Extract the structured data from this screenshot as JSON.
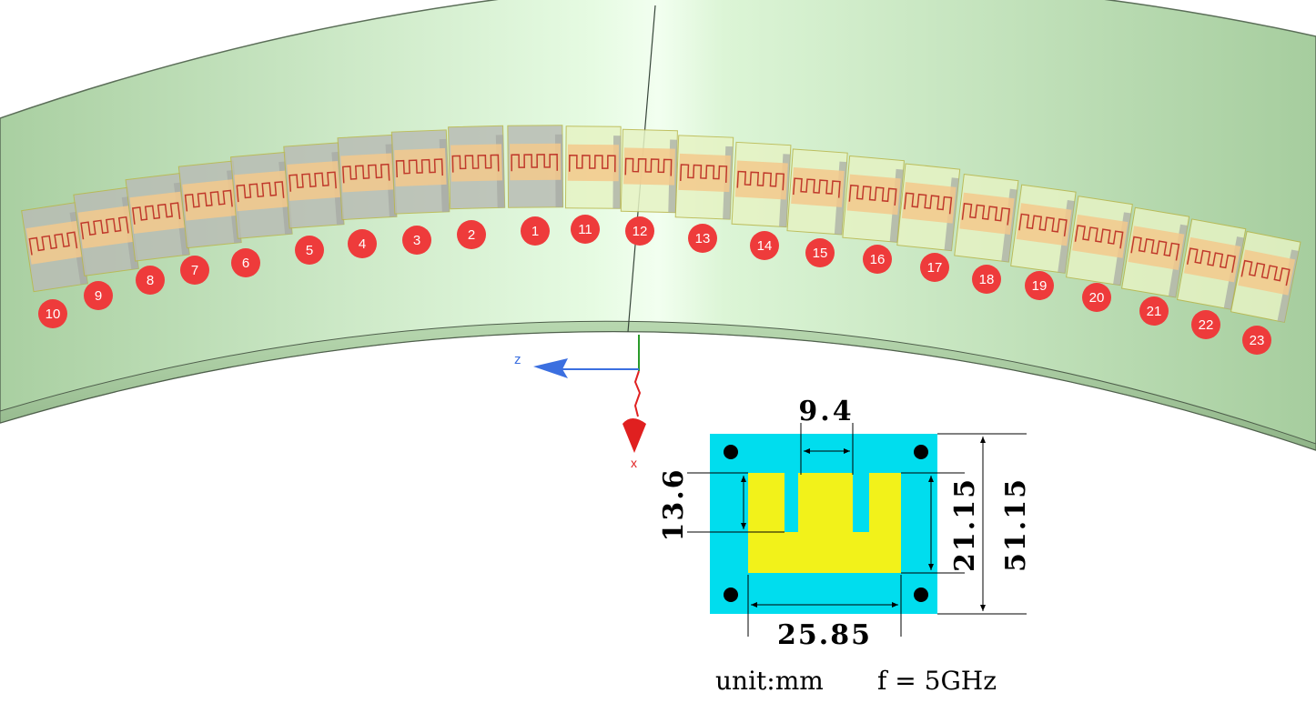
{
  "axes_triad": {
    "z_label": "z",
    "x_label": "x"
  },
  "array": {
    "elements": [
      {
        "label": "10"
      },
      {
        "label": "9"
      },
      {
        "label": "8"
      },
      {
        "label": "7"
      },
      {
        "label": "6"
      },
      {
        "label": "5"
      },
      {
        "label": "4"
      },
      {
        "label": "3"
      },
      {
        "label": "2"
      },
      {
        "label": "1"
      },
      {
        "label": "11"
      },
      {
        "label": "12"
      },
      {
        "label": "13"
      },
      {
        "label": "14"
      },
      {
        "label": "15"
      },
      {
        "label": "16"
      },
      {
        "label": "17"
      },
      {
        "label": "18"
      },
      {
        "label": "19"
      },
      {
        "label": "20"
      },
      {
        "label": "21"
      },
      {
        "label": "22"
      },
      {
        "label": "23"
      }
    ],
    "badge_color": "#ee3b3b",
    "patch_color": "#f3c98c",
    "trace_color": "#c0392b"
  },
  "cylinder": {
    "surface_color": "#cfe8c8"
  },
  "unit_cell": {
    "substrate_color": "#00ddee",
    "patch_color": "#f2f21a",
    "dim_slot_width": "9.4",
    "dim_slot_depth": "13.6",
    "dim_patch_height": "21.15",
    "dim_cell_height": "51.15",
    "dim_patch_width": "25.85"
  },
  "footer": {
    "unit_text": "unit:mm",
    "freq_text": "f = 5GHz"
  }
}
